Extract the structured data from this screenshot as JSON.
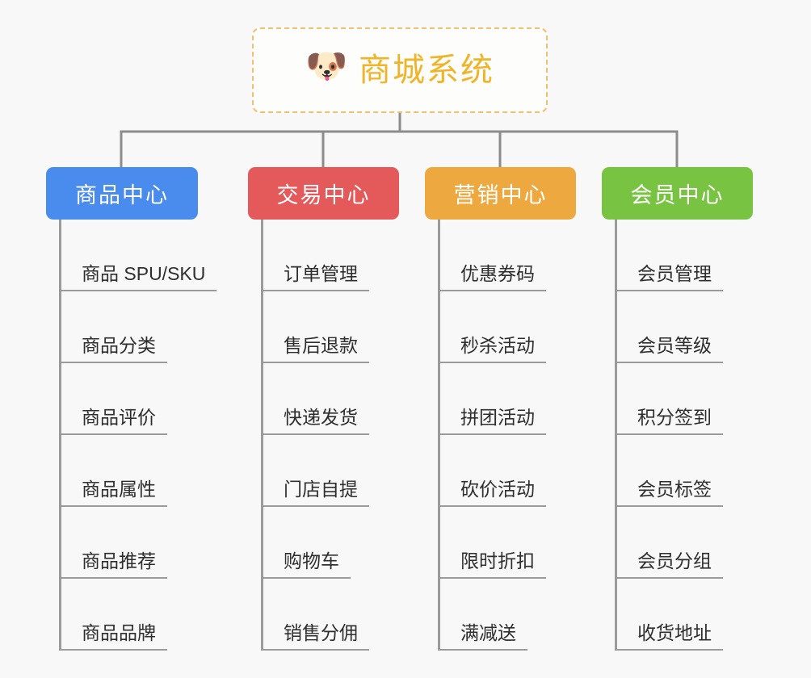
{
  "background_color": "#f8f8f8",
  "root": {
    "icon": "shiba-dog-face-icon",
    "emoji": "🐶",
    "title": "商城系统",
    "border_color": "#f0c070",
    "text_color": "#f0b429"
  },
  "connector_color": "#8c8c8c",
  "branches": [
    {
      "id": "product-center",
      "label": "商品中心",
      "color": "#4a8cee",
      "items": [
        "商品 SPU/SKU",
        "商品分类",
        "商品评价",
        "商品属性",
        "商品推荐",
        "商品品牌"
      ]
    },
    {
      "id": "trade-center",
      "label": "交易中心",
      "color": "#e45a5a",
      "items": [
        "订单管理",
        "售后退款",
        "快递发货",
        "门店自提",
        "购物车",
        "销售分佣"
      ]
    },
    {
      "id": "marketing-center",
      "label": "营销中心",
      "color": "#eda93f",
      "items": [
        "优惠券码",
        "秒杀活动",
        "拼团活动",
        "砍价活动",
        "限时折扣",
        "满减送"
      ]
    },
    {
      "id": "member-center",
      "label": "会员中心",
      "color": "#79c342",
      "items": [
        "会员管理",
        "会员等级",
        "积分签到",
        "会员标签",
        "会员分组",
        "收货地址"
      ]
    }
  ]
}
